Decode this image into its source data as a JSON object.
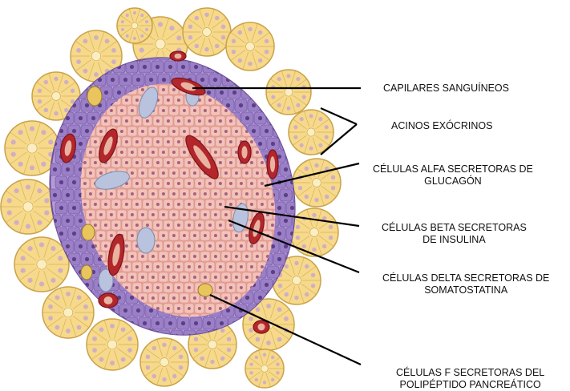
{
  "labels": {
    "capilares": "CAPILARES SANGUÍNEOS",
    "acinos": "ACINOS EXÓCRINOS",
    "alfa_line1": "CÉLULAS ALFA SECRETORAS DE",
    "alfa_line2": "GLUCAGÓN",
    "beta_line1": "CÉLULAS BETA SECRETORAS",
    "beta_line2": "DE INSULINA",
    "delta_line1": "CÉLULAS DELTA SECRETORAS DE",
    "delta_line2": "SOMATOSTATINA",
    "f_line1": "CÉLULAS F SECRETORAS DEL",
    "f_line2": "POLIPÉPTIDO PANCREÁTICO"
  },
  "colors": {
    "acinus_fill": "#f6d98a",
    "acinus_stroke": "#c9a24a",
    "acinus_nucleus": "#c9a7c9",
    "islet_core": "#e8a49c",
    "islet_cell": "#f2c3b9",
    "islet_border": "#8a6bb3",
    "alpha_cell": "#9b7fc7",
    "capillary": "#b3262b",
    "delta_cell": "#b9c3dd",
    "f_cell": "#e9c55e",
    "line": "#000000"
  }
}
